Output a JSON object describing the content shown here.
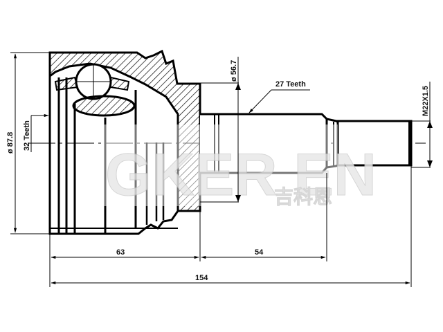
{
  "drawing": {
    "subject": "CV joint outer assembly technical drawing",
    "colors": {
      "line": "#000000",
      "background": "#ffffff",
      "watermark": "#e6e6e6"
    }
  },
  "dimensions": {
    "outer_diameter": "ø 87.8",
    "inner_teeth": "32 Teeth",
    "shaft_diameter": "ø 56.7",
    "shaft_teeth": "27 Teeth",
    "thread": "M22X1.5",
    "length_body": "63",
    "length_shaft": "54",
    "length_total": "154"
  },
  "watermark": {
    "latin": "GKER EN",
    "chinese": "吉科恩"
  }
}
